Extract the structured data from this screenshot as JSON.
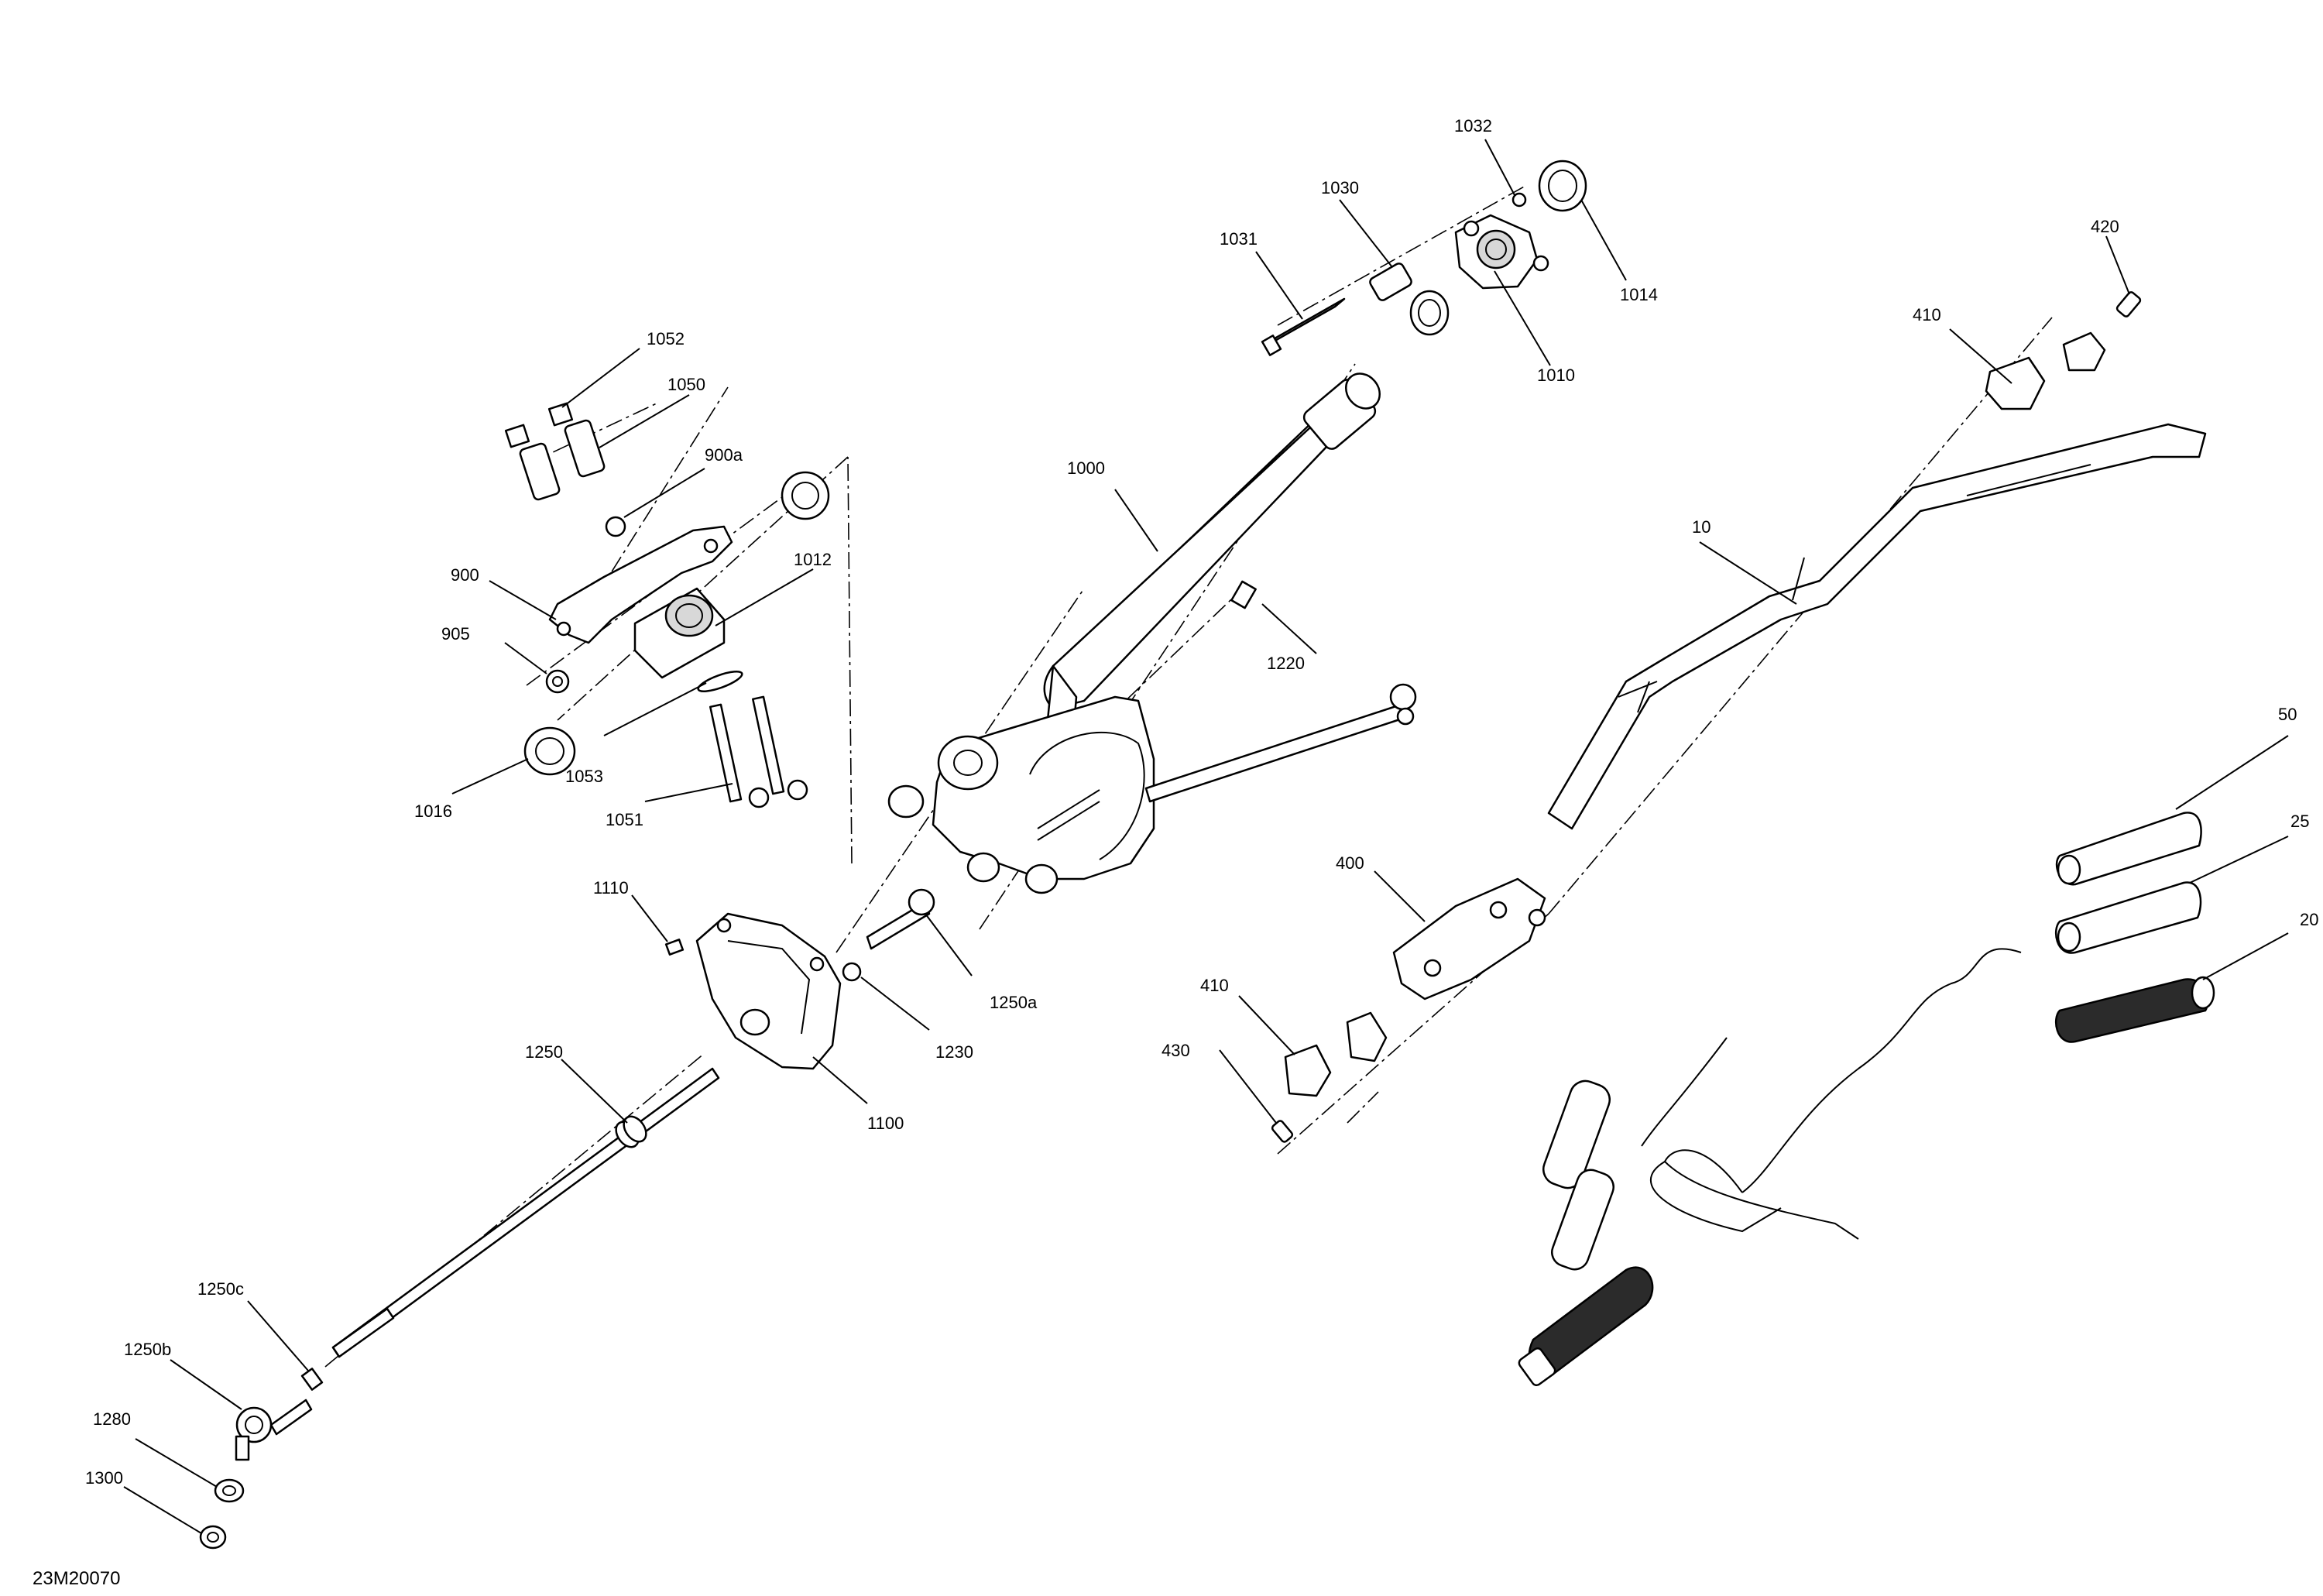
{
  "diagram_id": "23M20070",
  "callouts": [
    {
      "id": "1032",
      "label": "1032"
    },
    {
      "id": "1030",
      "label": "1030"
    },
    {
      "id": "1031",
      "label": "1031"
    },
    {
      "id": "1014",
      "label": "1014"
    },
    {
      "id": "1010",
      "label": "1010"
    },
    {
      "id": "420",
      "label": "420"
    },
    {
      "id": "410-top",
      "label": "410"
    },
    {
      "id": "1052",
      "label": "1052"
    },
    {
      "id": "1050",
      "label": "1050"
    },
    {
      "id": "900a",
      "label": "900a"
    },
    {
      "id": "1000",
      "label": "1000"
    },
    {
      "id": "900",
      "label": "900"
    },
    {
      "id": "1012",
      "label": "1012"
    },
    {
      "id": "905",
      "label": "905"
    },
    {
      "id": "10",
      "label": "10"
    },
    {
      "id": "1220",
      "label": "1220"
    },
    {
      "id": "1016",
      "label": "1016"
    },
    {
      "id": "1053",
      "label": "1053"
    },
    {
      "id": "1051",
      "label": "1051"
    },
    {
      "id": "50",
      "label": "50"
    },
    {
      "id": "25",
      "label": "25"
    },
    {
      "id": "20",
      "label": "20"
    },
    {
      "id": "400",
      "label": "400"
    },
    {
      "id": "1110",
      "label": "1110"
    },
    {
      "id": "1250a",
      "label": "1250a"
    },
    {
      "id": "1230",
      "label": "1230"
    },
    {
      "id": "410-bottom",
      "label": "410"
    },
    {
      "id": "430",
      "label": "430"
    },
    {
      "id": "1250",
      "label": "1250"
    },
    {
      "id": "1100",
      "label": "1100"
    },
    {
      "id": "1250c",
      "label": "1250c"
    },
    {
      "id": "1250b",
      "label": "1250b"
    },
    {
      "id": "1280",
      "label": "1280"
    },
    {
      "id": "1300",
      "label": "1300"
    }
  ]
}
